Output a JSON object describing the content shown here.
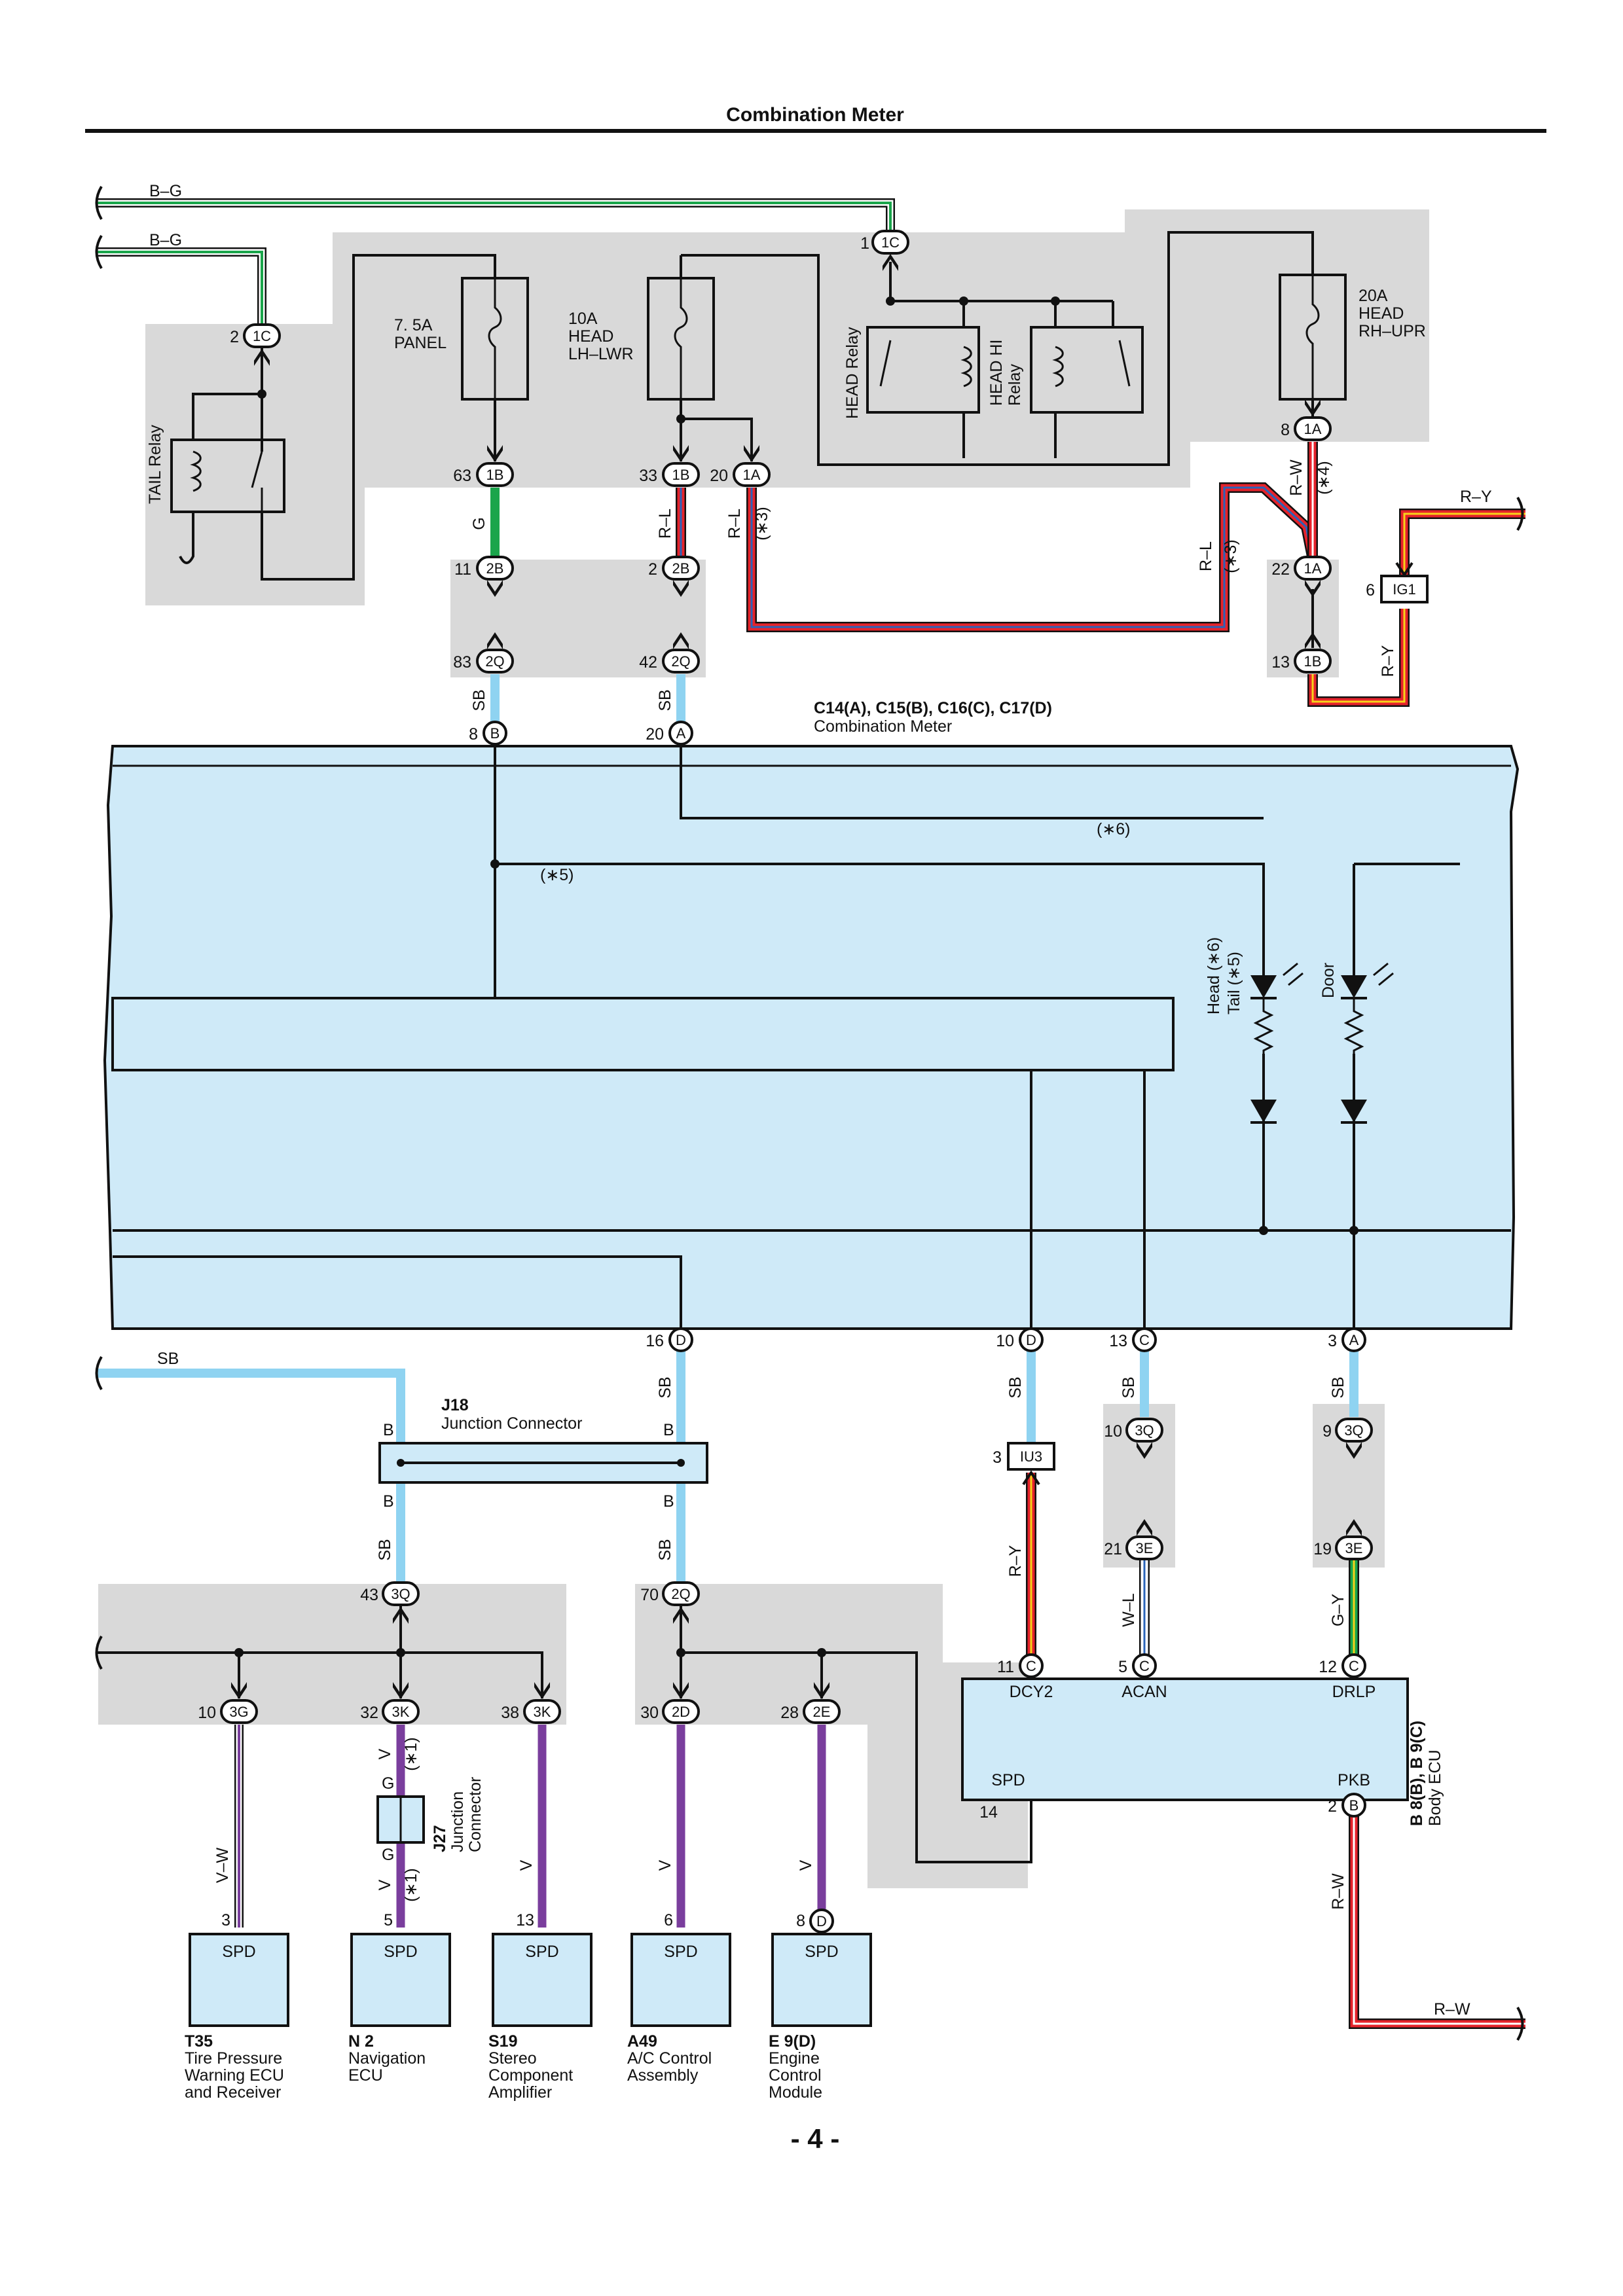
{
  "header": {
    "title": "Combination Meter",
    "page_number": "- 4 -"
  },
  "colors": {
    "panel": "#cfeaf8",
    "gray": "#d9d9d9",
    "green": "#1aa54b",
    "sky": "#8fd3f1",
    "red": "#e5232b",
    "blue": "#2a63b8",
    "yellow": "#f6d31a",
    "violet": "#7a3e9d",
    "white": "#ffffff",
    "black": "#111111"
  },
  "wires": {
    "bg1": "B–G",
    "bg2": "B–G",
    "g": "G",
    "rl1": "R–L",
    "rl2": "R–L",
    "rl3": "R–L",
    "rw1": "R–W",
    "ry1": "R–Y",
    "ry2": "R–Y",
    "sb1": "SB",
    "sb2": "SB",
    "sb3": "SB",
    "sb4": "SB",
    "sb5": "SB",
    "sb6": "SB",
    "sb7": "SB",
    "sb8": "SB",
    "sb9": "SB",
    "ry3": "R–Y",
    "wl": "W–L",
    "gy": "G–Y",
    "vw": "V–W",
    "v1": "V",
    "v2": "V",
    "v3": "V",
    "v4": "V",
    "v5": "V",
    "rw2": "R–W",
    "rw3": "R–W"
  },
  "notes": {
    "n3a": "(∗3)",
    "n3b": "(∗3)",
    "n4": "(∗4)",
    "n5": "(∗5)",
    "n6": "(∗6)",
    "n1a": "(∗1)",
    "n1b": "(∗1)"
  },
  "fuses": {
    "panel_a": "7. 5A",
    "panel_b": "PANEL",
    "lh_a": "10A",
    "lh_b": "HEAD",
    "lh_c": "LH–LWR",
    "rh_a": "20A",
    "rh_b": "HEAD",
    "rh_c": "RH–UPR"
  },
  "relays": {
    "tail": "TAIL Relay",
    "head": "HEAD Relay",
    "headhi_a": "HEAD HI",
    "headhi_b": "Relay"
  },
  "connectors": {
    "c1C_top": "1C",
    "c1C_left": "1C",
    "c1B_63": "1B",
    "c1B_33": "1B",
    "c1A_20": "1A",
    "c1A_8": "1A",
    "c2B_11": "2B",
    "c2B_2": "2B",
    "c2Q_83": "2Q",
    "c2Q_42": "2Q",
    "c1A_22": "1A",
    "c1B_13": "1B",
    "ig1": "IG1",
    "meterB": "B",
    "meterA": "A",
    "meterD16": "D",
    "meterD10": "D",
    "meterC13": "C",
    "meterA3": "A",
    "iu3": "IU3",
    "c3Q_10": "3Q",
    "c3Q_9": "3Q",
    "c3E_21": "3E",
    "c3E_19": "3E",
    "ecuC11": "C",
    "ecuC5": "C",
    "ecuC12": "C",
    "ecuB2": "B",
    "c3Q_43": "3Q",
    "c2Q_70": "2Q",
    "c3G": "3G",
    "c3K_32": "3K",
    "c3K_38": "3K",
    "c2D": "2D",
    "c2E": "2E",
    "e9D": "D"
  },
  "pins": {
    "p1": "1",
    "p2": "2",
    "p63": "63",
    "p33": "33",
    "p20a": "20",
    "p8a": "8",
    "p11": "11",
    "p2b": "2",
    "p83": "83",
    "p42": "42",
    "p22": "22",
    "p13": "13",
    "p6": "6",
    "p8b": "8",
    "p20b": "20",
    "p16": "16",
    "p10a": "10",
    "p13b": "13",
    "p3a": "3",
    "p3b": "3",
    "p10b": "10",
    "p9": "9",
    "p21": "21",
    "p19": "19",
    "p11b": "11",
    "p5": "5",
    "p12": "12",
    "p14": "14",
    "p2c": "2",
    "p43": "43",
    "p70": "70",
    "p10c": "10",
    "p32": "32",
    "p38": "38",
    "p30": "30",
    "p28": "28",
    "p3c": "3",
    "p5b": "5",
    "p13c": "13",
    "p6b": "6",
    "p8c": "8"
  },
  "meter": {
    "code": "C14(A), C15(B), C16(C), C17(D)",
    "name": "Combination Meter",
    "head_tail": "Head (∗6)",
    "tail": "Tail (∗5)",
    "door": "Door"
  },
  "j18": {
    "code": "J18",
    "name": "Junction Connector",
    "b1": "B",
    "b2": "B",
    "b3": "B",
    "b4": "B"
  },
  "j27": {
    "code": "J27",
    "name_a": "Junction",
    "name_b": "Connector",
    "g1": "G",
    "g2": "G"
  },
  "body_ecu": {
    "dcy2": "DCY2",
    "acan": "ACAN",
    "drlp": "DRLP",
    "spd": "SPD",
    "pkb": "PKB",
    "code": "B 8(B), B 9(C)",
    "name": "Body ECU"
  },
  "modules": [
    {
      "label": "SPD",
      "code": "T35",
      "name": [
        "Tire Pressure",
        "Warning ECU",
        "and Receiver"
      ]
    },
    {
      "label": "SPD",
      "code": "N 2",
      "name": [
        "Navigation",
        "ECU"
      ]
    },
    {
      "label": "SPD",
      "code": "S19",
      "name": [
        "Stereo",
        "Component",
        "Amplifier"
      ]
    },
    {
      "label": "SPD",
      "code": "A49",
      "name": [
        "A/C Control",
        "Assembly"
      ]
    },
    {
      "label": "SPD",
      "code": "E 9(D)",
      "name": [
        "Engine",
        "Control",
        "Module"
      ]
    }
  ]
}
